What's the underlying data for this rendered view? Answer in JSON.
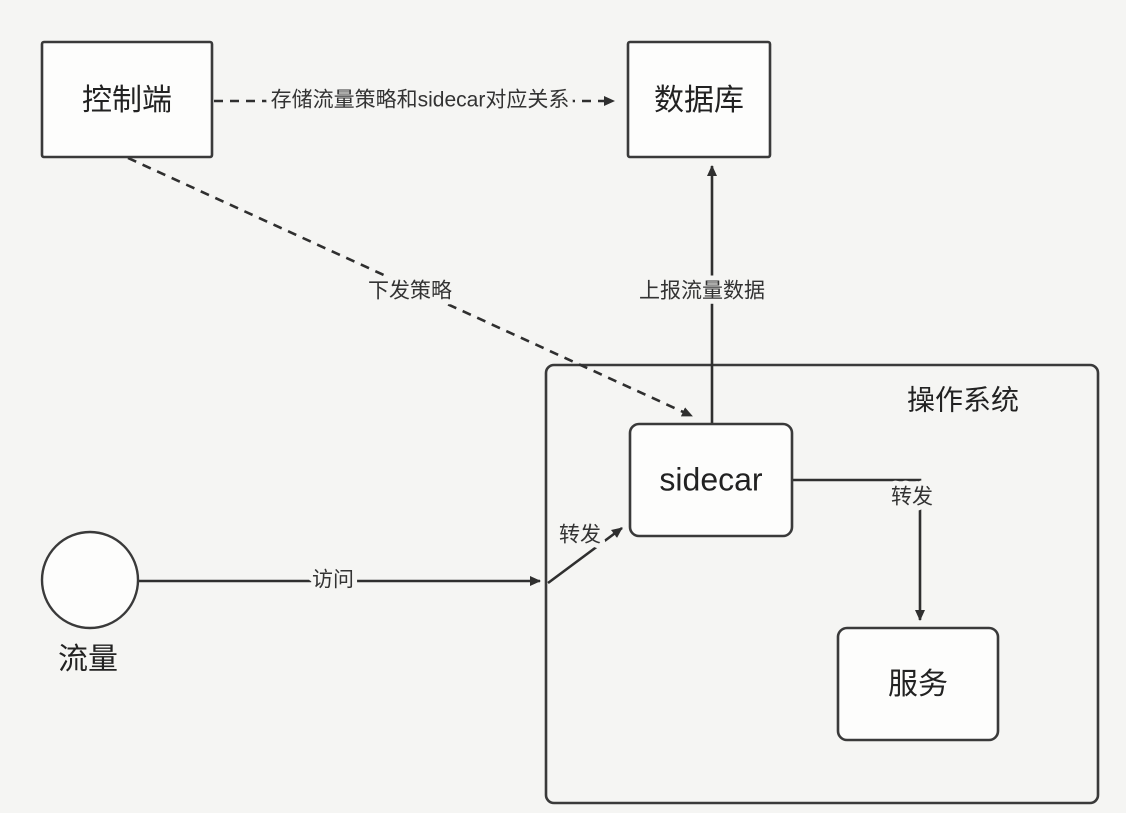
{
  "diagram": {
    "title": "sidecar-traffic-architecture",
    "nodes": {
      "control": {
        "label": "控制端"
      },
      "database": {
        "label": "数据库"
      },
      "os": {
        "label": "操作系统"
      },
      "sidecar": {
        "label": "sidecar"
      },
      "service": {
        "label": "服务"
      },
      "traffic": {
        "label": "流量"
      }
    },
    "edges": {
      "store": {
        "label": "存储流量策略和sidecar对应关系",
        "style": "dashed-arrow"
      },
      "dispatch": {
        "label": "下发策略",
        "style": "dashed-arrow"
      },
      "report": {
        "label": "上报流量数据",
        "style": "solid-arrow"
      },
      "visit": {
        "label": "访问",
        "style": "solid-arrow"
      },
      "forward_in": {
        "label": "转发",
        "style": "solid-arrow"
      },
      "forward_out": {
        "label": "转发",
        "style": "solid-arrow"
      }
    }
  }
}
